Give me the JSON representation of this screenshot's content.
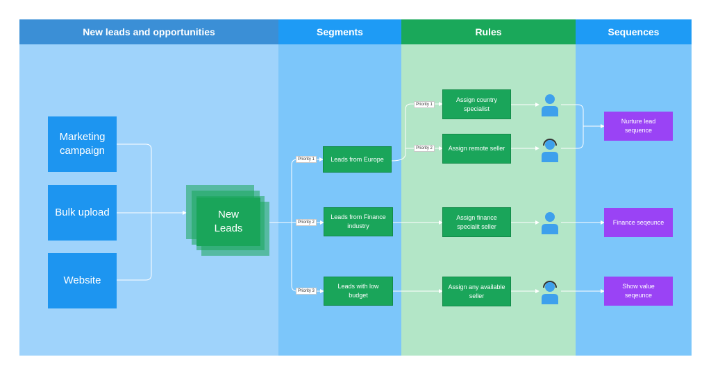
{
  "columns": {
    "leads": "New leads and opportunities",
    "segments": "Segments",
    "rules": "Rules",
    "sequences": "Sequences"
  },
  "sources": {
    "marketing": "Marketing campaign",
    "bulk": "Bulk upload",
    "website": "Website"
  },
  "hub": "New Leads",
  "segments": {
    "europe": "Leads from Europe",
    "finance": "Leads from Finance industry",
    "budget": "Leads with low budget"
  },
  "priorities": {
    "p1": "Priority 1",
    "p2": "Priority 2",
    "p3": "Priority 3"
  },
  "rules": {
    "country": "Assign country specialist",
    "remote": "Assign remote seller",
    "finance": "Assign finance specialit seller",
    "any": "Assign any available seller"
  },
  "sequences": {
    "nurture": "Nurture lead sequence",
    "finance": "Finance seqeunce",
    "value": "Show value seqeunce"
  },
  "colors": {
    "header_leads": "#3b8fd6",
    "header_blue": "#1e9bf5",
    "header_green": "#1aa85a",
    "source_blue": "#1d95f0",
    "node_green": "#1aa55a",
    "sequence_purple": "#9a43f5"
  }
}
